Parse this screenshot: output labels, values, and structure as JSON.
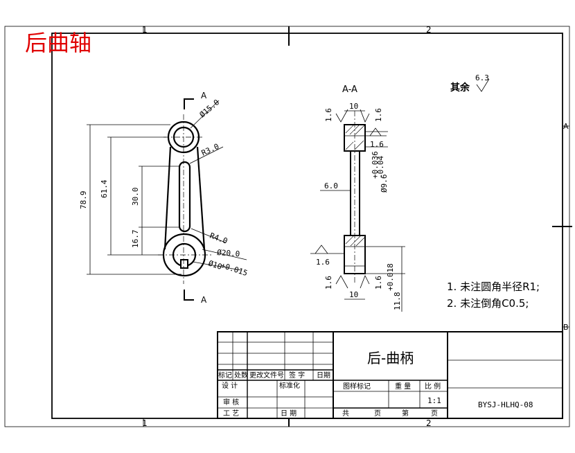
{
  "header_title": "后曲轴",
  "zone_marks": {
    "top_1": "1",
    "top_2": "2",
    "bottom_1": "1",
    "bottom_2": "2",
    "right_a": "A",
    "right_b": "B"
  },
  "front_view": {
    "section_mark_top": "A",
    "section_mark_bottom": "A",
    "dims": {
      "d15": "Ø15.0",
      "r3": "R3.0",
      "total": "78.9",
      "center": "61.4",
      "slot": "30.0",
      "lower": "16.7",
      "r4": "R4.0",
      "d20": "Ø20.0",
      "d10": "Ø10",
      "d10_tol": "+0.015"
    }
  },
  "section_view": {
    "title": "A-A",
    "dims": {
      "top_width": "10",
      "bottom_width": "10",
      "web": "6.0",
      "bore": "Ø9.6",
      "bore_tol_upper": "+0.036",
      "bore_tol_lower": "-0.04",
      "key": "11.8",
      "key_tol": "+0.018"
    },
    "roughness": [
      "1.6",
      "1.6",
      "1.6",
      "1.6",
      "1.6",
      "1.6"
    ]
  },
  "general_roughness": {
    "label": "其余",
    "value": "6.3"
  },
  "notes": [
    "1. 未注圆角半径R1;",
    "2. 未注倒角C0.5;"
  ],
  "title_block": {
    "part_name": "后-曲柄",
    "drawing_no": "BYSJ-HLHQ-08",
    "scale": "1:1",
    "rev_headers": [
      "标记",
      "处数",
      "更改文件号",
      "签 字",
      "日期"
    ],
    "design": "设 计",
    "standard": "标准化",
    "check": "审 核",
    "process": "工 艺",
    "date": "日 期",
    "stage": "图样标记",
    "weight": "重 量",
    "ratio": "比 例",
    "total_sheets": "共",
    "sheet_unit": "页",
    "sheet_no": "第",
    "sheet_unit2": "页"
  }
}
